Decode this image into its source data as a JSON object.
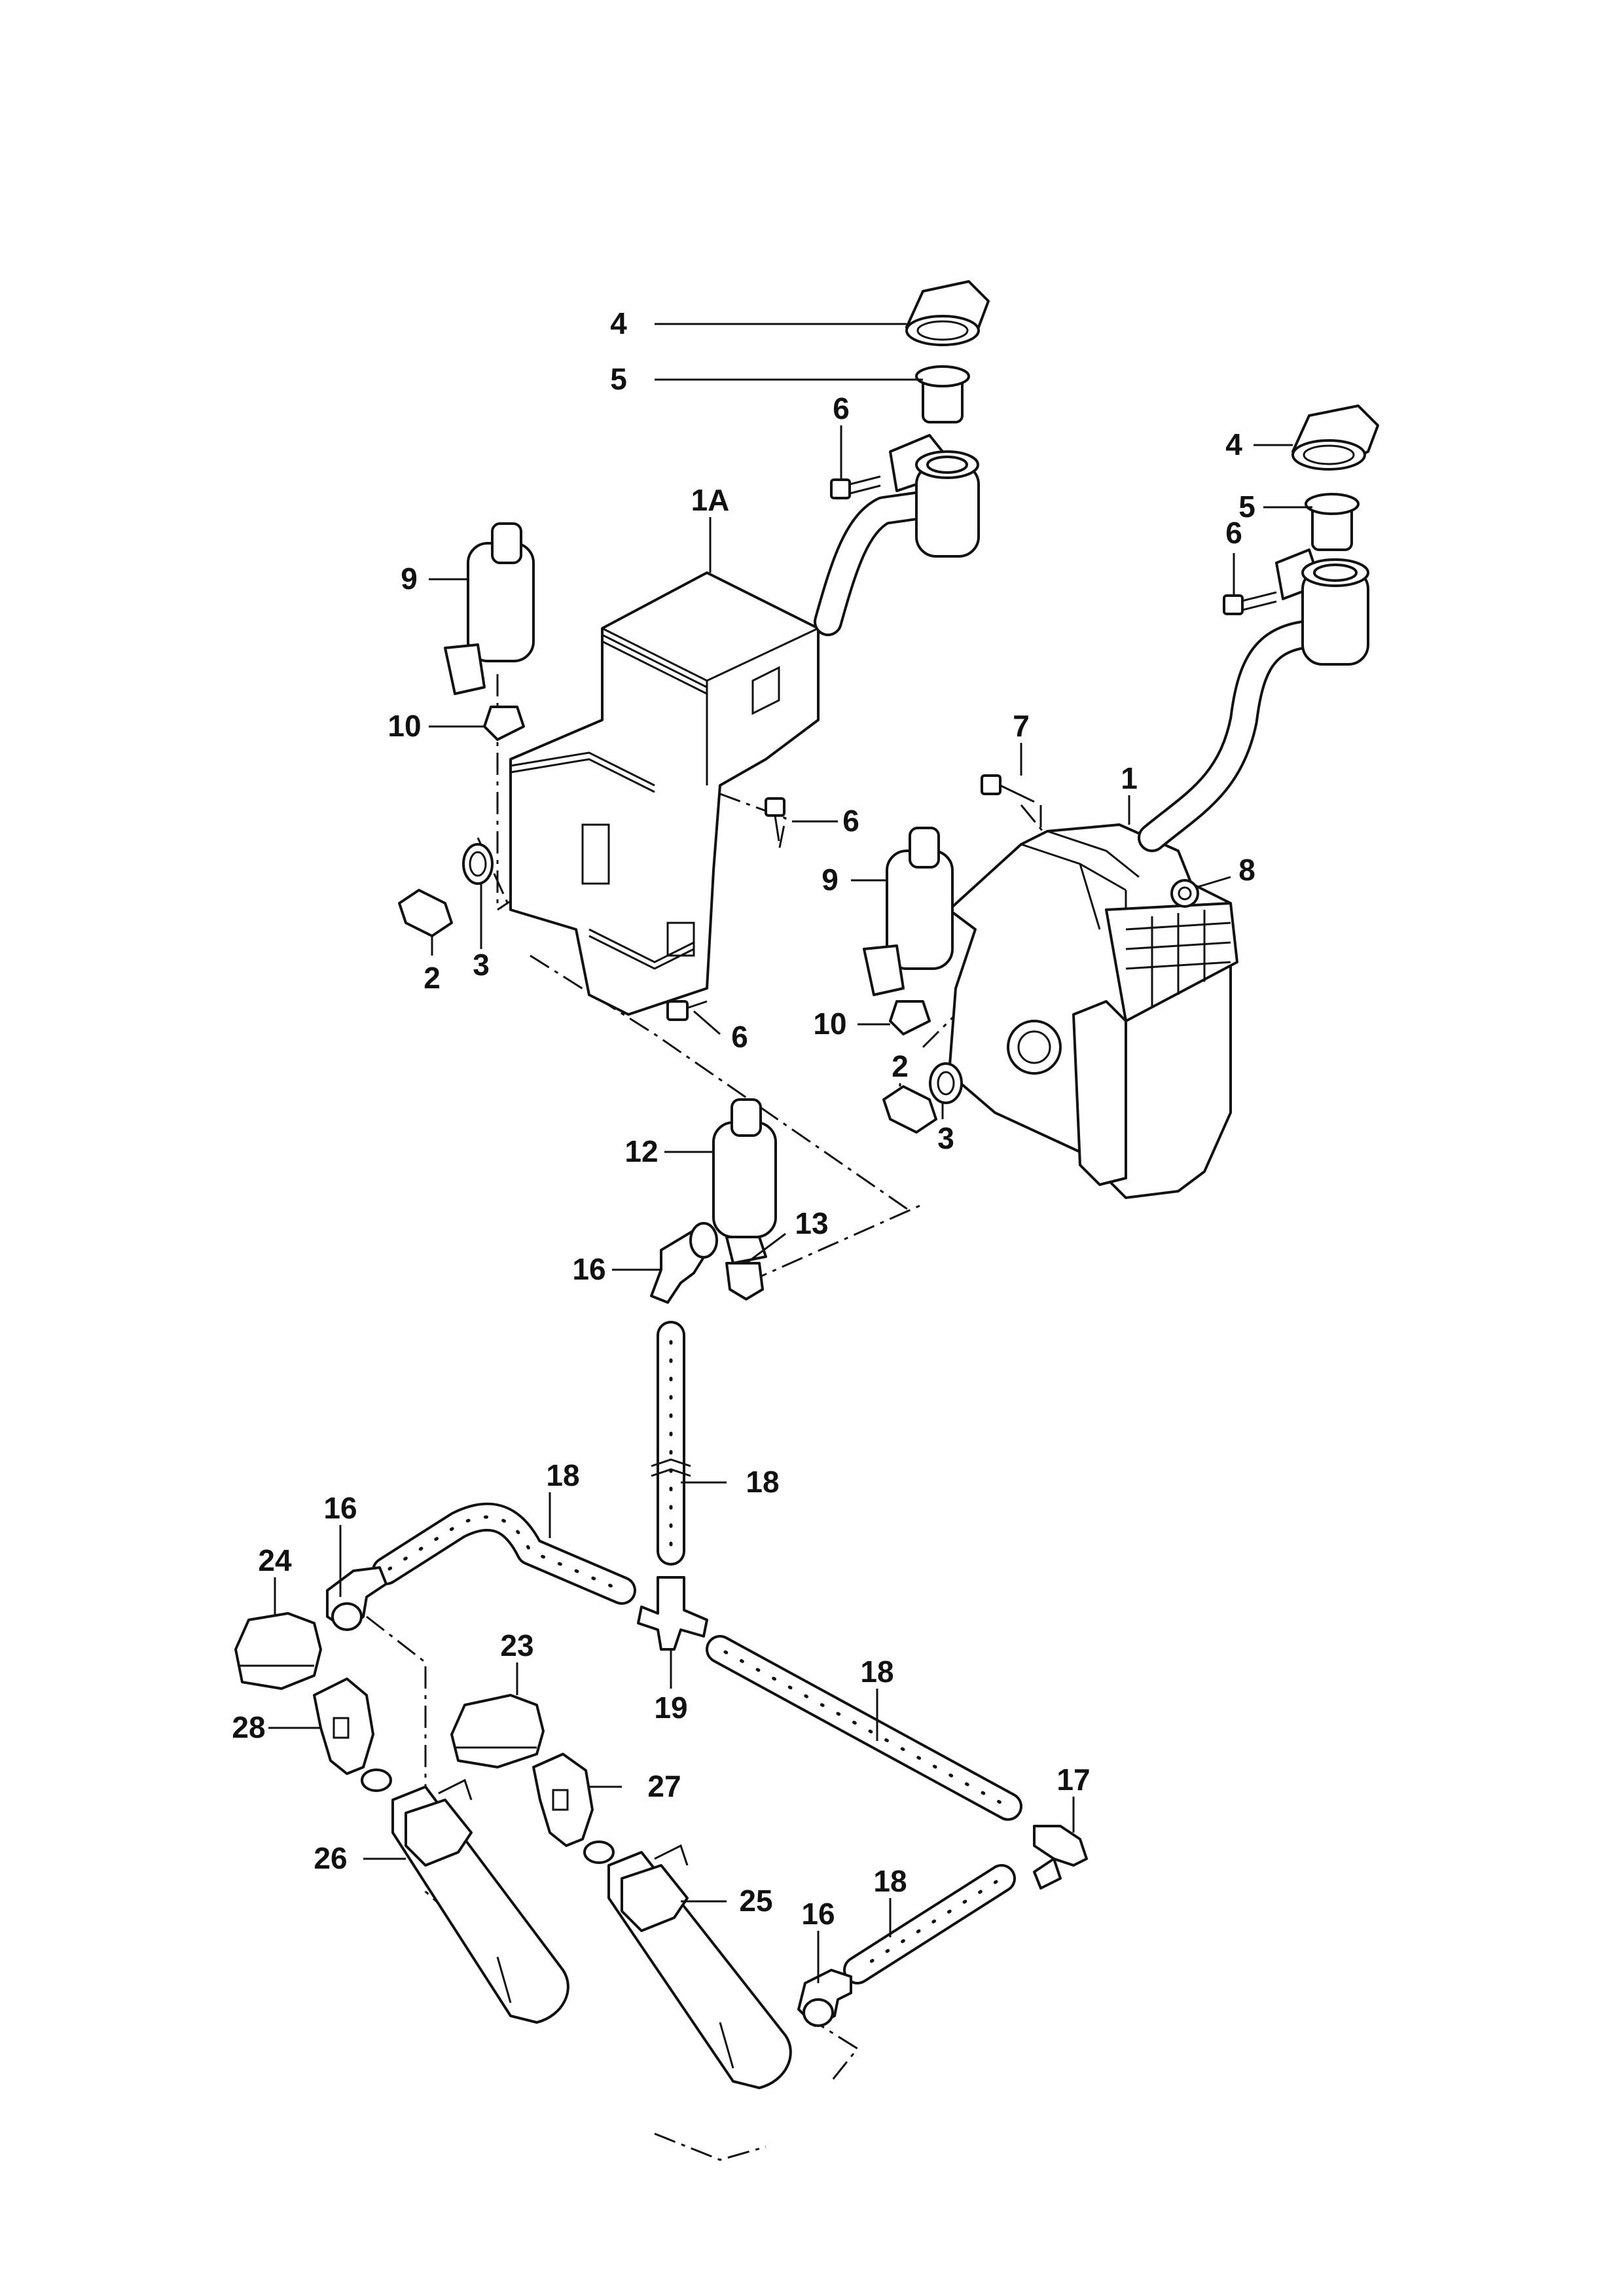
{
  "callouts": [
    {
      "id": "c-4a",
      "text": "4"
    },
    {
      "id": "c-5a",
      "text": "5"
    },
    {
      "id": "c-6a",
      "text": "6"
    },
    {
      "id": "c-1a",
      "text": "1A"
    },
    {
      "id": "c-9a",
      "text": "9"
    },
    {
      "id": "c-10a",
      "text": "10"
    },
    {
      "id": "c-6b",
      "text": "6"
    },
    {
      "id": "c-2a",
      "text": "2"
    },
    {
      "id": "c-3a",
      "text": "3"
    },
    {
      "id": "c-6c",
      "text": "6"
    },
    {
      "id": "c-4b",
      "text": "4"
    },
    {
      "id": "c-5b",
      "text": "5"
    },
    {
      "id": "c-6d",
      "text": "6"
    },
    {
      "id": "c-7",
      "text": "7"
    },
    {
      "id": "c-1",
      "text": "1"
    },
    {
      "id": "c-8",
      "text": "8"
    },
    {
      "id": "c-9b",
      "text": "9"
    },
    {
      "id": "c-10b",
      "text": "10"
    },
    {
      "id": "c-2b",
      "text": "2"
    },
    {
      "id": "c-3b",
      "text": "3"
    },
    {
      "id": "c-12",
      "text": "12"
    },
    {
      "id": "c-13",
      "text": "13"
    },
    {
      "id": "c-16a",
      "text": "16"
    },
    {
      "id": "c-18a",
      "text": "18"
    },
    {
      "id": "c-18b",
      "text": "18"
    },
    {
      "id": "c-16b",
      "text": "16"
    },
    {
      "id": "c-24",
      "text": "24"
    },
    {
      "id": "c-23",
      "text": "23"
    },
    {
      "id": "c-19",
      "text": "19"
    },
    {
      "id": "c-18c",
      "text": "18"
    },
    {
      "id": "c-28",
      "text": "28"
    },
    {
      "id": "c-27",
      "text": "27"
    },
    {
      "id": "c-17",
      "text": "17"
    },
    {
      "id": "c-26",
      "text": "26"
    },
    {
      "id": "c-25",
      "text": "25"
    },
    {
      "id": "c-18d",
      "text": "18"
    },
    {
      "id": "c-16c",
      "text": "16"
    }
  ]
}
